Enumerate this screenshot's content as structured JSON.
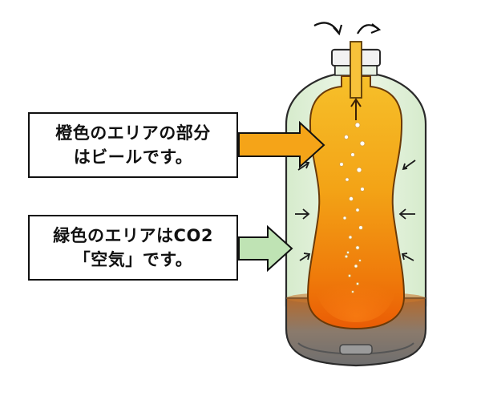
{
  "labels": {
    "beer": {
      "line1": "橙色のエリアの部分",
      "line2": "はビールです。",
      "arrow_color": "#f5a418"
    },
    "co2": {
      "line1": "緑色のエリアはCO2",
      "line2": "「空気」です。",
      "arrow_color": "#bfe3b4"
    }
  },
  "colors": {
    "beer_top": "#f4b21c",
    "beer_bottom": "#ec6a08",
    "gas_green": "#e4f2dc",
    "bottle_base": "#8c8c8c"
  }
}
